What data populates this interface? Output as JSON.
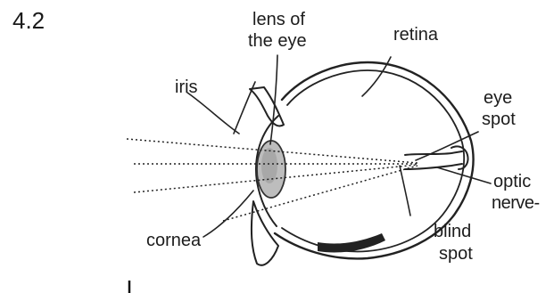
{
  "question": {
    "number": "4.2"
  },
  "diagram": {
    "labels": {
      "lens_line1": "lens of",
      "lens_line2": "the eye",
      "retina": "retina",
      "iris": "iris",
      "eye_spot_line1": "eye",
      "eye_spot_line2": "spot",
      "optic_line1": "optic",
      "optic_line2": "nerve-",
      "cornea": "cornea",
      "blind_line1": "blind",
      "blind_line2": "spot"
    }
  }
}
